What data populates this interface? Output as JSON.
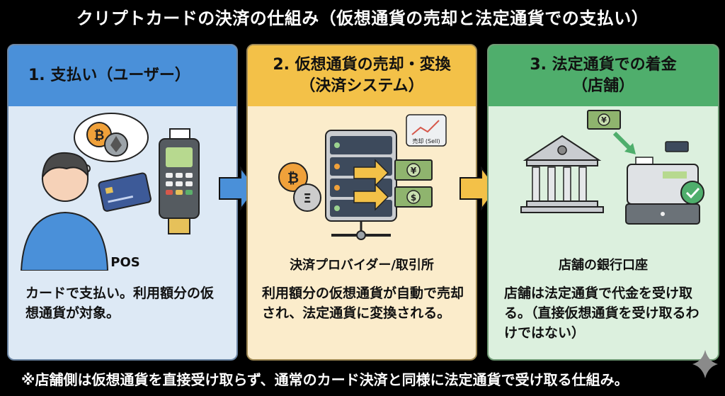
{
  "title": "クリプトカードの決済の仕組み（仮想通貨の売却と法定通貨での支払い）",
  "panels": [
    {
      "heading": "1. 支払い（ユーザー）",
      "caption": "POS",
      "description": "カードで支払い。利用額分の仮想通貨が対象。",
      "header_color": "#4a90d9",
      "body_color": "#dde9f5"
    },
    {
      "heading_line1": "2. 仮想通貨の売却・変換",
      "heading_line2": "（決済システム）",
      "caption": "決済プロバイダー/取引所",
      "sell_label": "売却 (Sell)",
      "description": "利用額分の仮想通貨が自動で売却され、法定通貨に変換される。",
      "header_color": "#f3c148",
      "body_color": "#fbeccb"
    },
    {
      "heading_line1": "3. 法定通貨での着金",
      "heading_line2": "（店舗）",
      "caption": "店舗の銀行口座",
      "description": "店舗は法定通貨で代金を受け取る。（直接仮想通貨を受け取るわけではない）",
      "header_color": "#4fae6c",
      "body_color": "#dcf0de"
    }
  ],
  "icons": {
    "bitcoin": "₿",
    "yen": "¥",
    "dollar": "$",
    "eth": "Ξ"
  },
  "footnote": "※店舗側は仮想通貨を直接受け取らず、通常のカード決済と同様に法定通貨で受け取る仕組み。"
}
